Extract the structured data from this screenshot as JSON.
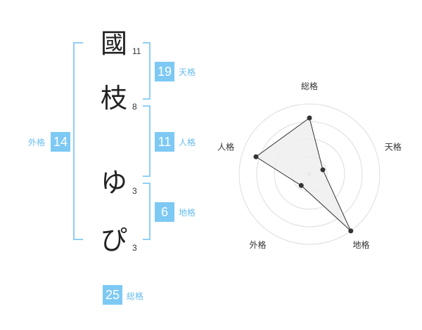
{
  "name_chars": [
    {
      "char": "國",
      "strokes": "11"
    },
    {
      "char": "枝",
      "strokes": "8"
    },
    {
      "char": "ゆ",
      "strokes": "3"
    },
    {
      "char": "ぴ",
      "strokes": "3"
    }
  ],
  "fortunes": {
    "tenkaku": {
      "value": "19",
      "label": "天格"
    },
    "jinkaku": {
      "value": "11",
      "label": "人格"
    },
    "chikaku": {
      "value": "6",
      "label": "地格"
    },
    "gaikaku": {
      "value": "14",
      "label": "外格"
    },
    "soukaku": {
      "value": "25",
      "label": "総格"
    }
  },
  "chart_data": {
    "type": "radar",
    "axes": [
      "総格",
      "天格",
      "地格",
      "外格",
      "人格"
    ],
    "values": [
      4,
      1,
      5,
      1,
      4
    ],
    "range": [
      0,
      5
    ],
    "rings": 4,
    "line_color": "#333333",
    "fill_color": "#eeeeee",
    "ring_color": "#dddddd"
  }
}
